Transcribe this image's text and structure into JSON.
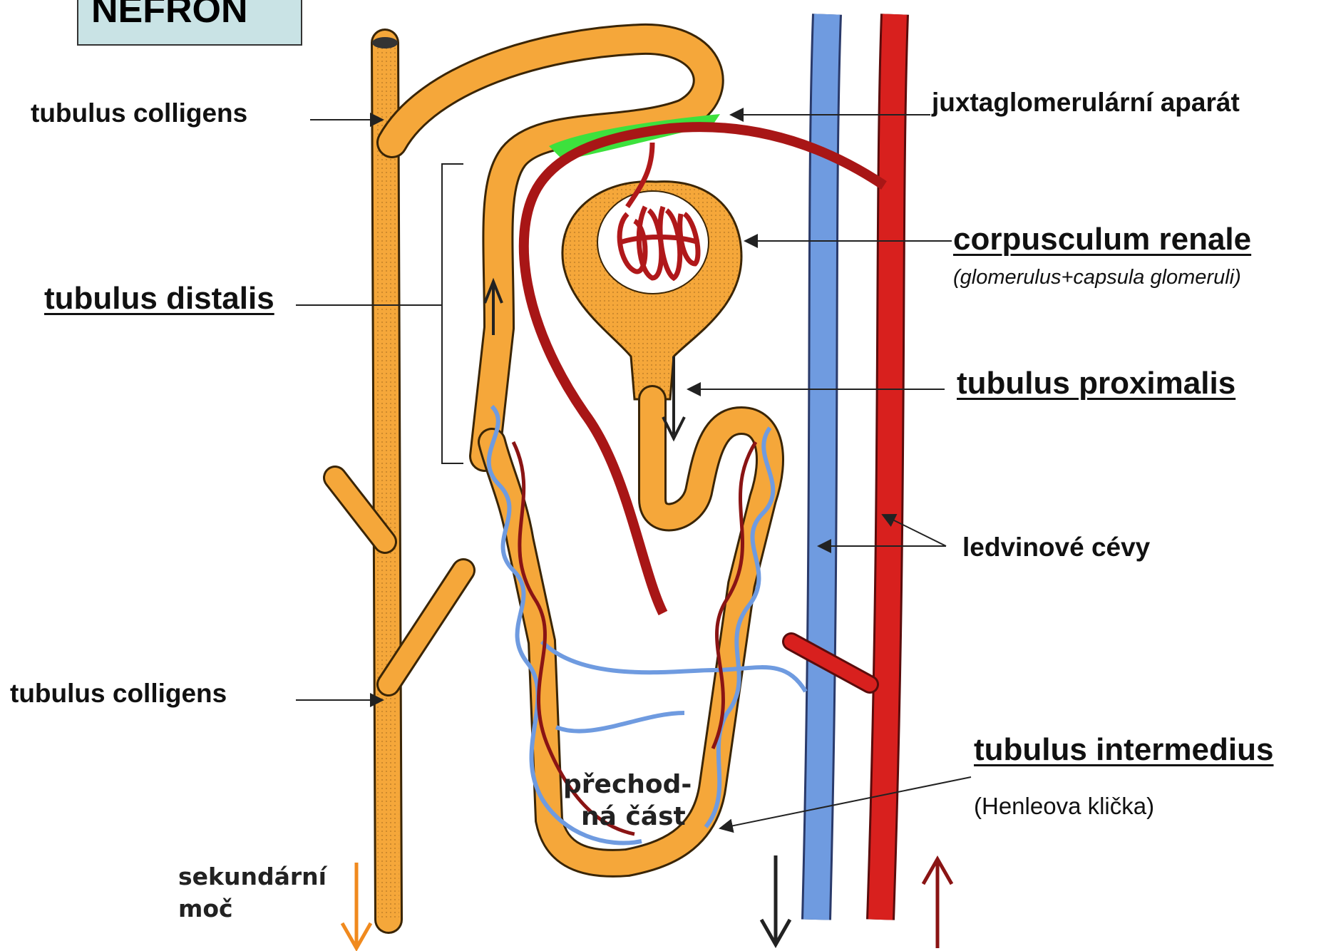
{
  "title": "NEFRON",
  "labels": {
    "tubulus_colligens_top": "tubulus colligens",
    "tubulus_distalis": "tubulus distalis",
    "tubulus_colligens_bottom": "tubulus colligens",
    "juxtaglomerularni": "juxtaglomerulární aparát",
    "corpusculum_renale": "corpusculum renale",
    "corpusculum_note": "(glomerulus+capsula glomeruli)",
    "tubulus_proximalis": "tubulus proximalis",
    "ledvinove_cevy": "ledvinové cévy",
    "tubulus_intermedius": "tubulus intermedius",
    "henleova_klicka": "(Henleova klička)",
    "prechodna_1": "přechod-",
    "prechodna_2": "ná část",
    "sekundarni_1": "sekundární",
    "sekundarni_2": "moč"
  },
  "colors": {
    "tubule": "#f5a73a",
    "artery": "#d8201e",
    "vein": "#6f9be0",
    "jga": "#3de13d",
    "title_box": "#c9e3e5"
  }
}
